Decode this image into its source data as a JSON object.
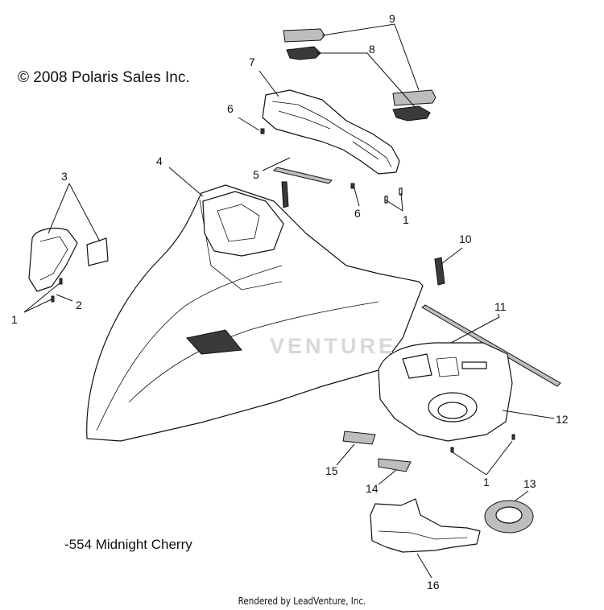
{
  "copyright": "© 2008 Polaris Sales Inc.",
  "variant_note": "-554 Midnight Cherry",
  "credit": "Rendered by LeadVenture, Inc.",
  "watermark": "VENTURE",
  "callouts": [
    {
      "id": "c9",
      "text": "9"
    },
    {
      "id": "c8",
      "text": "8"
    },
    {
      "id": "c7",
      "text": "7"
    },
    {
      "id": "c6a",
      "text": "6"
    },
    {
      "id": "c4",
      "text": "4"
    },
    {
      "id": "c3",
      "text": "3"
    },
    {
      "id": "c5",
      "text": "5"
    },
    {
      "id": "c6b",
      "text": "6"
    },
    {
      "id": "c1a",
      "text": "1"
    },
    {
      "id": "c10",
      "text": "10"
    },
    {
      "id": "c2",
      "text": "2"
    },
    {
      "id": "c1b",
      "text": "1"
    },
    {
      "id": "c11",
      "text": "11"
    },
    {
      "id": "c12",
      "text": "12"
    },
    {
      "id": "c15",
      "text": "15"
    },
    {
      "id": "c1c",
      "text": "1"
    },
    {
      "id": "c14",
      "text": "14"
    },
    {
      "id": "c13",
      "text": "13"
    },
    {
      "id": "c16",
      "text": "16"
    }
  ]
}
